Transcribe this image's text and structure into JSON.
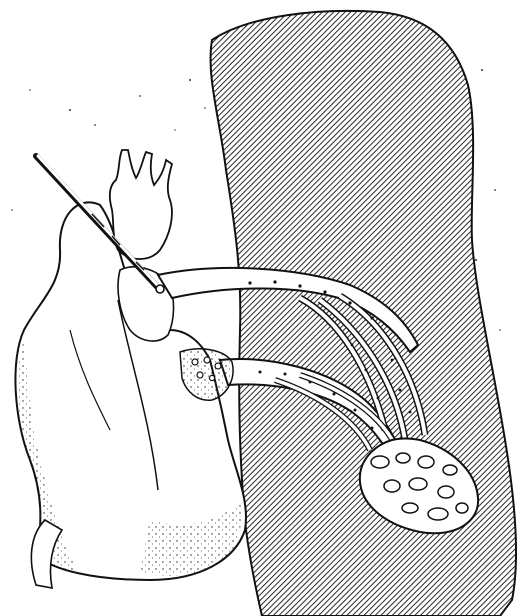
{
  "figure": {
    "kind": "anatomical line illustration",
    "labels": [],
    "colors": {
      "ink": "#111111",
      "paper": "#ffffff"
    },
    "parts": [
      "catheter",
      "heart",
      "aortic-arch",
      "pulmonary-artery",
      "pulmonary-vein",
      "lung",
      "branching-vessels",
      "alveolar-cavities"
    ]
  }
}
